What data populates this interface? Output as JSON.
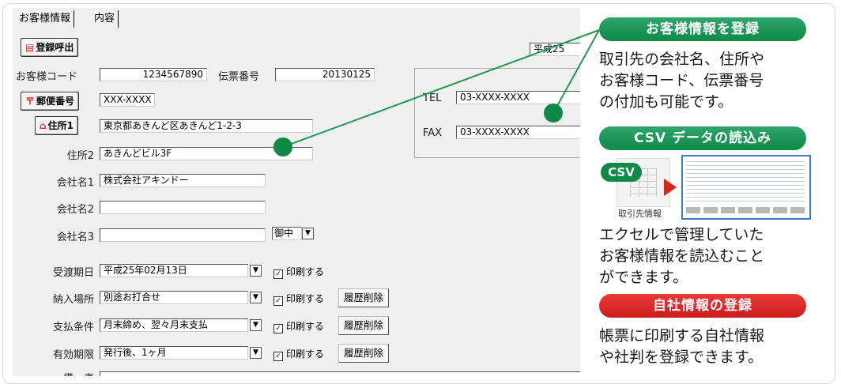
{
  "tabs": [
    "お客様情報",
    "内容"
  ],
  "buttons": {
    "load_registered": "登録呼出",
    "postal_code": "郵便番号",
    "address1": "住所1",
    "delete_history": "履歴削除"
  },
  "fields": {
    "era": "平成25",
    "customer_code_label": "お客様コード",
    "customer_code": "1234567890",
    "slip_number_label": "伝票番号",
    "slip_number": "20130125",
    "postal_code": "XXX-XXXX",
    "address1": "東京都あきんど区あきんど1-2-3",
    "address2_label": "住所2",
    "address2": "あきんどビル3F",
    "company1_label": "会社名1",
    "company1": "株式会社アキンドー",
    "company2_label": "会社名2",
    "company2": "",
    "company3_label": "会社名3",
    "company3": "",
    "honorific": "御中",
    "tel_label": "TEL",
    "tel": "03-XXXX-XXXX",
    "fax_label": "FAX",
    "fax": "03-XXXX-XXXX",
    "delivery_date_label": "受渡期日",
    "delivery_date": "平成25年02月13日",
    "delivery_place_label": "納入場所",
    "delivery_place": "別途お打合せ",
    "payment_terms_label": "支払条件",
    "payment_terms": "月末締め、翌々月末支払",
    "valid_period_label": "有効期限",
    "valid_period": "発行後、1ヶ月",
    "remarks_label": "備　考",
    "print_label": "印刷する"
  },
  "panel": {
    "customer_register_title": "お客様情報を登録",
    "customer_register_text": [
      "取引先の会社名、住所や",
      "お客様コード、伝票番号",
      "の付加も可能です。"
    ],
    "csv_title": "CSV データの読込み",
    "csv_badge": "CSV",
    "csv_file_label": "取引先情報",
    "csv_text": [
      "エクセルで管理していた",
      "お客様情報を読込むこと",
      "ができます。"
    ],
    "company_title": "自社情報の登録",
    "company_text": [
      "帳票に印刷する自社情報",
      "や社判を登録できます。"
    ]
  },
  "colors": {
    "accent_green": "#0d8a48",
    "accent_red": "#d9261c"
  }
}
